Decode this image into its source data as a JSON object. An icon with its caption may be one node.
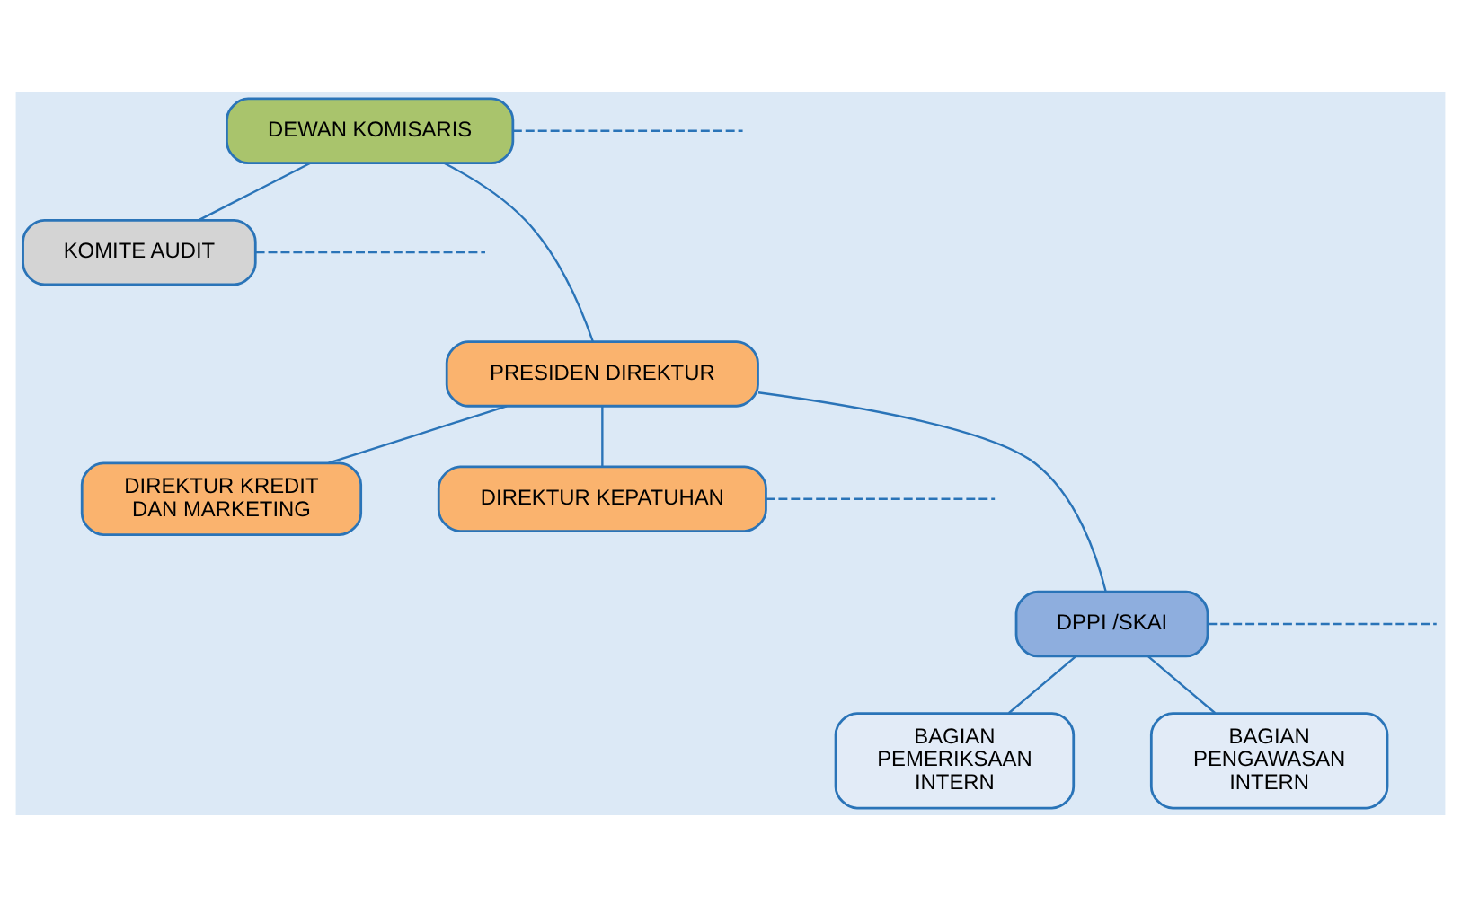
{
  "diagram": {
    "nodes": [
      {
        "text": [
          "DEWAN KOMISARIS"
        ]
      },
      {
        "text": [
          "KOMITE AUDIT"
        ]
      },
      {
        "text": [
          "PRESIDEN DIREKTUR"
        ]
      },
      {
        "text": [
          "DIREKTUR KREDIT DAN MARKETING"
        ]
      },
      {
        "text": [
          "DIREKTUR KEPATUHAN"
        ]
      },
      {
        "text": [
          "DPPI /SKAI"
        ]
      },
      {
        "text": [
          "BAGIAN PEMERIKSAAN INTERN"
        ]
      },
      {
        "text": [
          "BAGIAN PENGAWASAN INTERN"
        ]
      }
    ],
    "edges": [
      {
        "from": 0,
        "to": 2,
        "arrow": "none"
      },
      {
        "from": 0,
        "to": 1,
        "arrow": "none"
      },
      {
        "from": 2,
        "to": 3,
        "arrow": "none"
      },
      {
        "from": 2,
        "to": 4,
        "arrow": "none"
      },
      {
        "from": 2,
        "to": 5,
        "arrow": "none"
      },
      {
        "from": 5,
        "to": 6,
        "arrow": "none"
      },
      {
        "from": 5,
        "to": 7,
        "arrow": "none"
      },
      {
        "from": 0,
        "to": null,
        "arrow": "none",
        "style": "dashed"
      },
      {
        "from": 1,
        "to": null,
        "arrow": "none",
        "style": "dashed"
      },
      {
        "from": 4,
        "to": null,
        "arrow": "none",
        "style": "dashed"
      },
      {
        "from": 5,
        "to": null,
        "arrow": "none",
        "style": "dashed"
      }
    ]
  }
}
